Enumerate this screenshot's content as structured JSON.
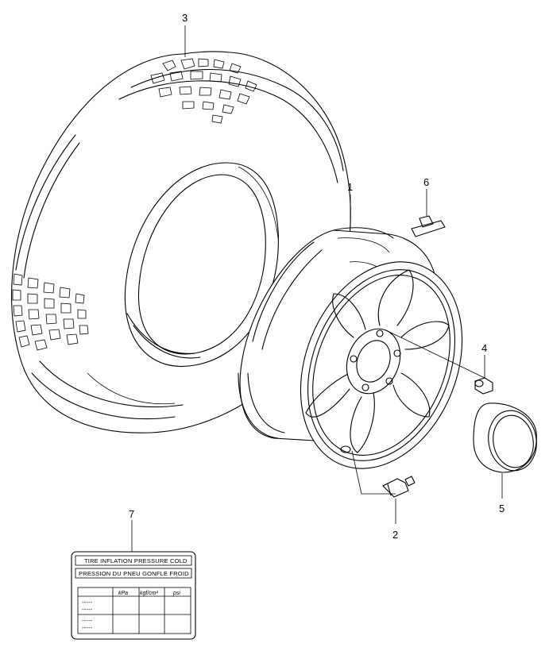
{
  "callouts": {
    "wheel": "1",
    "valve": "2",
    "tire": "3",
    "nut": "4",
    "cap": "5",
    "weight": "6",
    "label": "7"
  },
  "pressure_label": {
    "line1": "TIRE INFLATION PRESSURE COLD",
    "line2": "PRESSION DU PNEU GONFLE FROID",
    "col_kpa": "kPa",
    "col_kgf": "kgf/cm²",
    "col_psi": "psi",
    "row_marks": [
      "-----",
      "-----",
      "-----",
      "-----"
    ]
  }
}
